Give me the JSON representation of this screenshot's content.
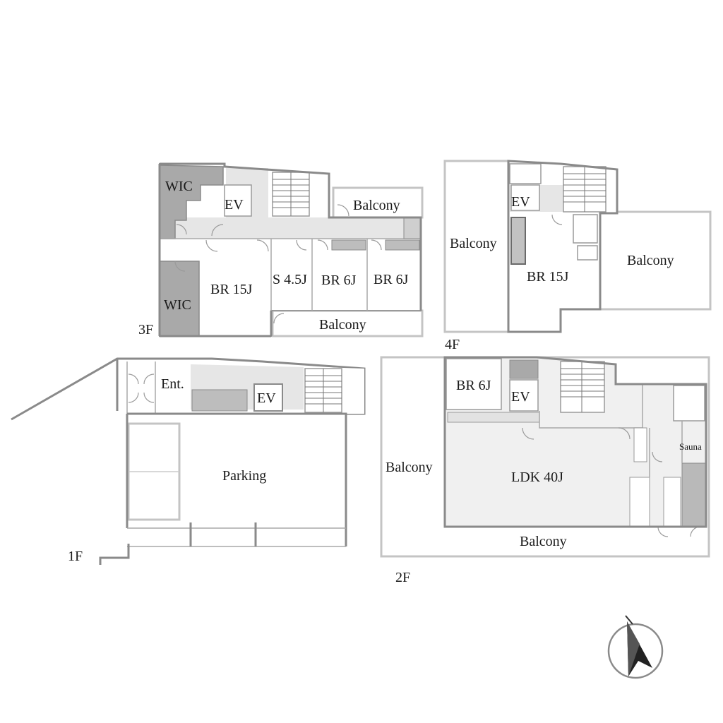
{
  "floors": {
    "f1": {
      "label": "1F",
      "rooms": {
        "entrance": "Ent.",
        "ev": "EV",
        "parking": "Parking"
      }
    },
    "f2": {
      "label": "2F",
      "rooms": {
        "br": "BR 6J",
        "ev": "EV",
        "ldk": "LDK 40J",
        "sauna": "Sauna",
        "balcony_west": "Balcony",
        "balcony_south": "Balcony"
      }
    },
    "f3": {
      "label": "3F",
      "rooms": {
        "wic_top": "WIC",
        "wic_bottom": "WIC",
        "ev": "EV",
        "balcony_north": "Balcony",
        "br_master": "BR 15J",
        "storage": "S 4.5J",
        "br_a": "BR 6J",
        "br_b": "BR 6J",
        "balcony_south": "Balcony"
      }
    },
    "f4": {
      "label": "4F",
      "rooms": {
        "ev": "EV",
        "balcony_west": "Balcony",
        "br": "BR 15J",
        "balcony_east": "Balcony"
      }
    }
  },
  "compass": {
    "icon": "north-arrow-icon",
    "direction": "N"
  }
}
